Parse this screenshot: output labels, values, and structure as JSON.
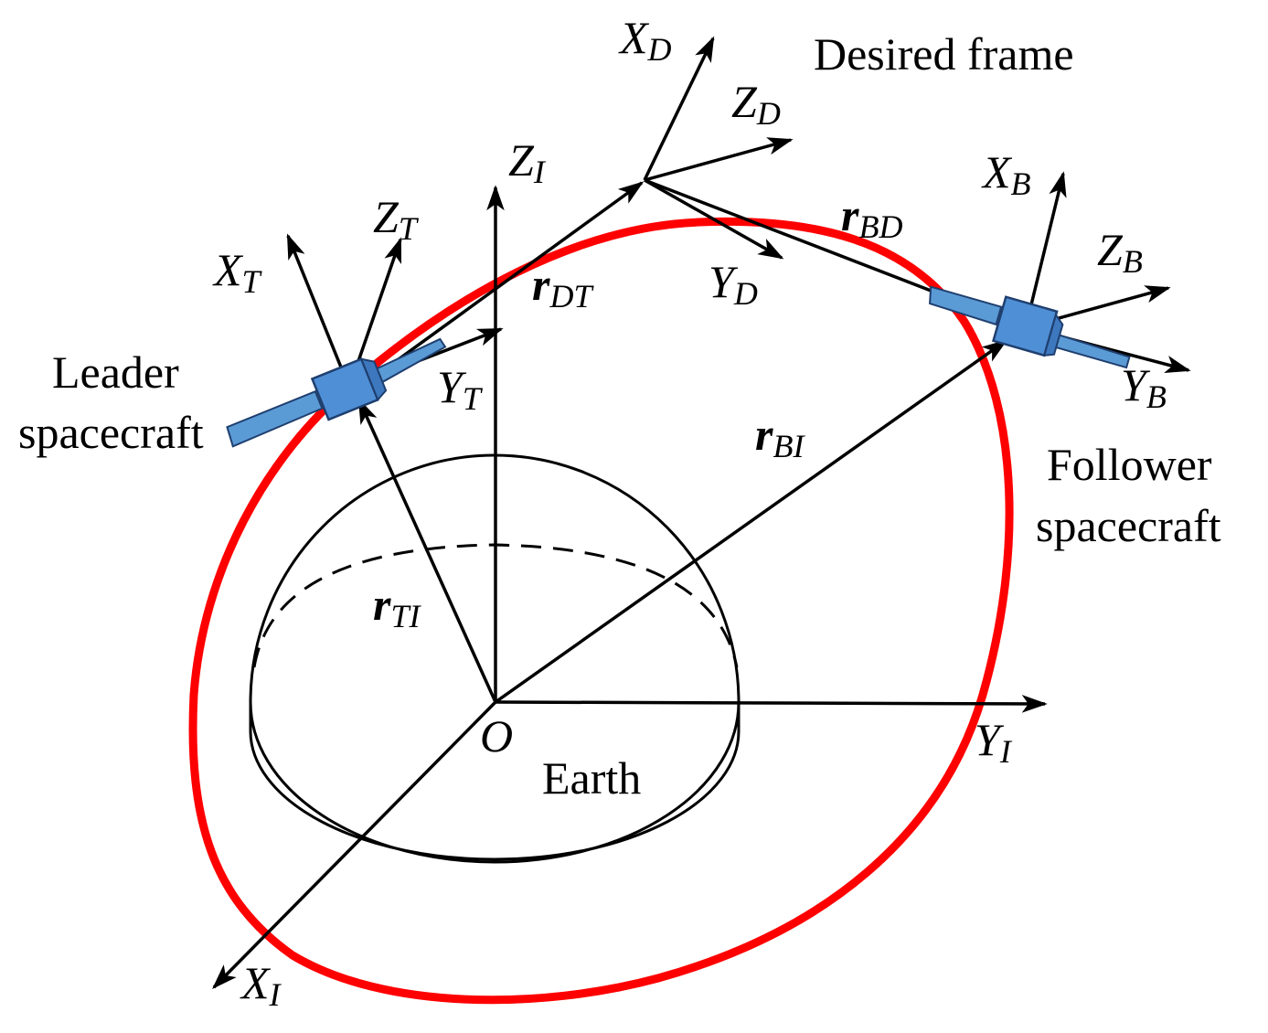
{
  "labels": {
    "desired_frame": "Desired frame",
    "leader_line1": "Leader",
    "leader_line2": "spacecraft",
    "follower_line1": "Follower",
    "follower_line2": "spacecraft",
    "earth": "Earth",
    "origin": "O"
  },
  "axes": {
    "inertial": {
      "x": {
        "base": "X",
        "sub": "I"
      },
      "y": {
        "base": "Y",
        "sub": "I"
      },
      "z": {
        "base": "Z",
        "sub": "I"
      }
    },
    "leader": {
      "x": {
        "base": "X",
        "sub": "T"
      },
      "y": {
        "base": "Y",
        "sub": "T"
      },
      "z": {
        "base": "Z",
        "sub": "T"
      }
    },
    "desired": {
      "x": {
        "base": "X",
        "sub": "D"
      },
      "y": {
        "base": "Y",
        "sub": "D"
      },
      "z": {
        "base": "Z",
        "sub": "D"
      }
    },
    "follower": {
      "x": {
        "base": "X",
        "sub": "B"
      },
      "y": {
        "base": "Y",
        "sub": "B"
      },
      "z": {
        "base": "Z",
        "sub": "B"
      }
    }
  },
  "vectors": {
    "r_TI": {
      "base": "r",
      "sub": "TI"
    },
    "r_DT": {
      "base": "r",
      "sub": "DT"
    },
    "r_BD": {
      "base": "r",
      "sub": "BD"
    },
    "r_BI": {
      "base": "r",
      "sub": "BI"
    }
  },
  "colors": {
    "orbit": "#ff0000",
    "spacecraft_body": "#4f8fd6",
    "spacecraft_edge": "#1f3f6f",
    "lines": "#000000"
  }
}
